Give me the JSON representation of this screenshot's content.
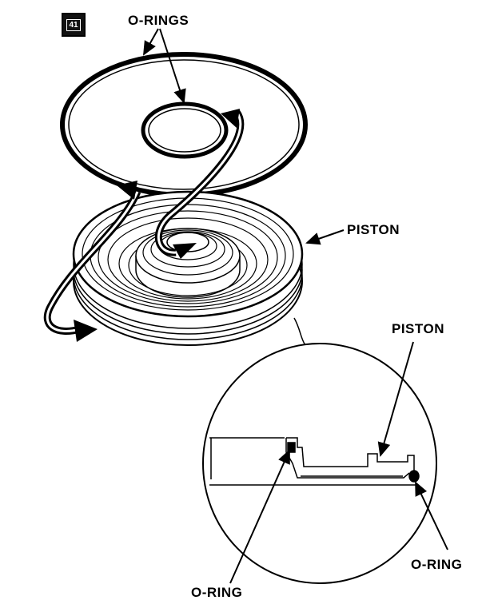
{
  "badge": {
    "text": "41"
  },
  "labels": {
    "o_rings": "O-RINGS",
    "piston_main": "PISTON",
    "piston_detail": "PISTON",
    "o_ring_right": "O-RING",
    "o_ring_bottom": "O-RING"
  },
  "colors": {
    "ink": "#000000",
    "paper": "#ffffff"
  }
}
